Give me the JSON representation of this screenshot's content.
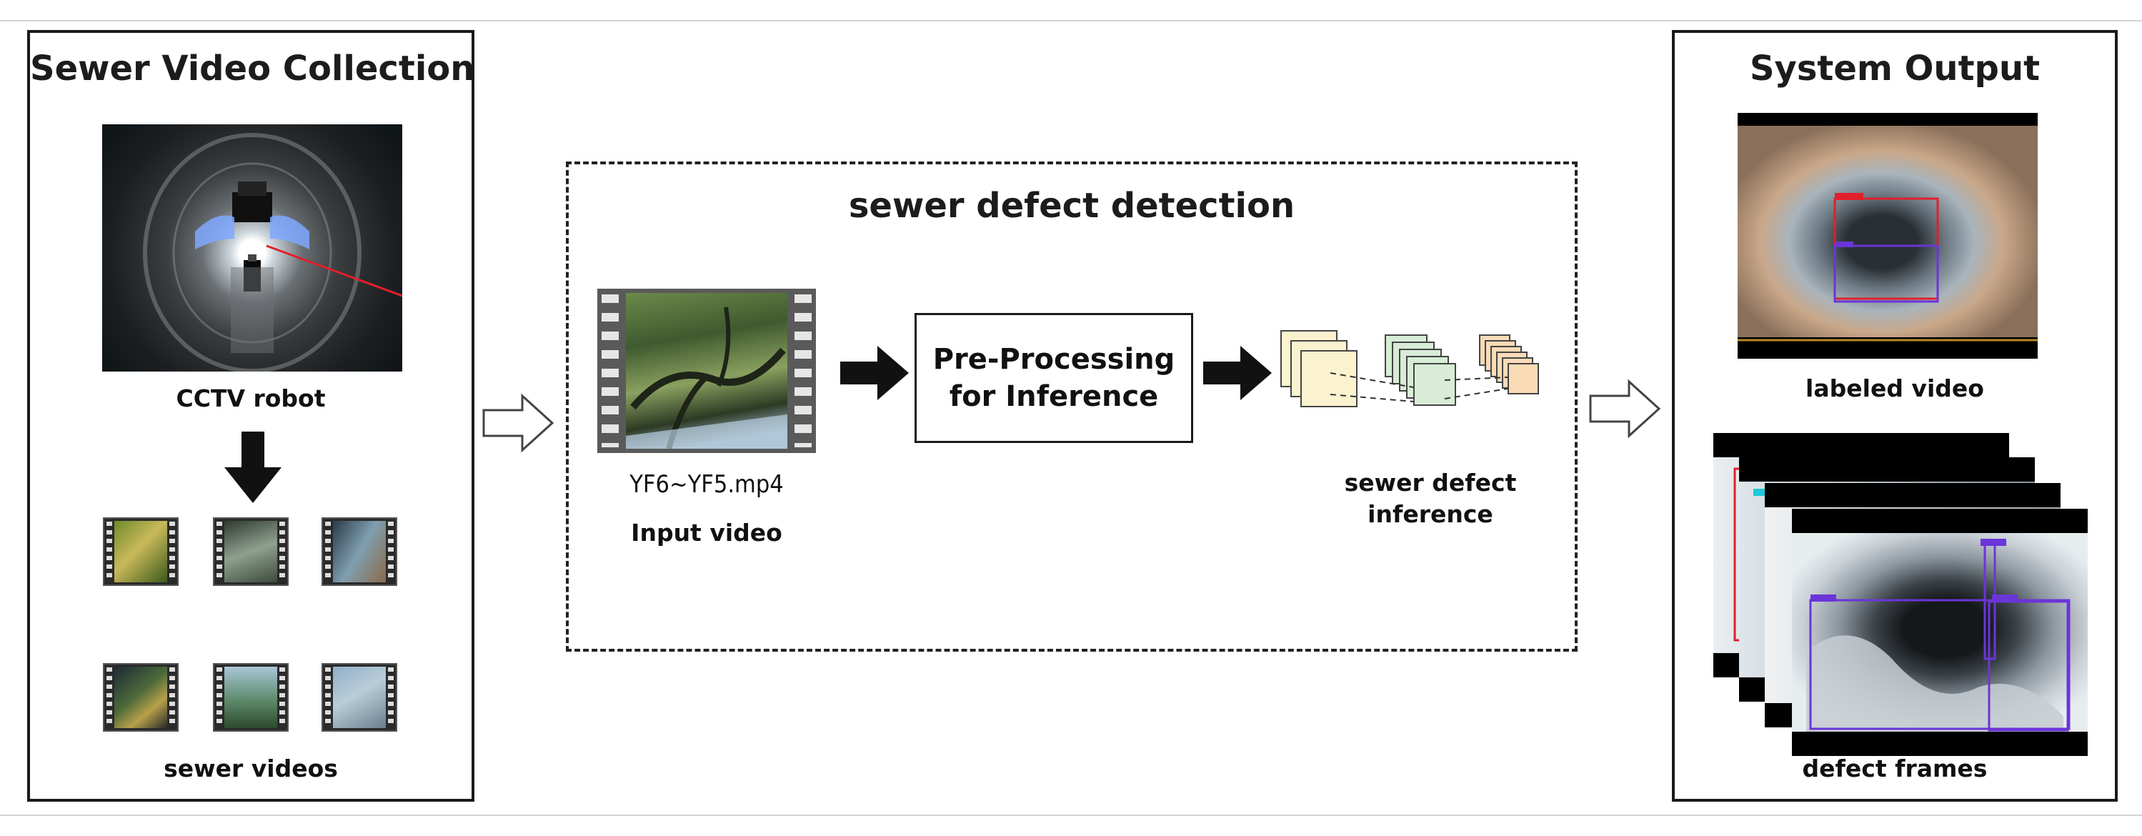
{
  "left_panel": {
    "title": "Sewer Video Collection",
    "robot_caption": "CCTV robot",
    "videos_caption": "sewer videos"
  },
  "middle_panel": {
    "title": "sewer defect detection",
    "video_filename": "YF6~YF5.mp4",
    "input_caption": "Input video",
    "preprocess_label": "Pre-Processing for Inference",
    "inference_caption": "sewer defect inference"
  },
  "right_panel": {
    "title": "System Output",
    "labeled_caption": "labeled video",
    "frames_caption": "defect frames"
  },
  "colors": {
    "border": "#1a1a1a",
    "box_yellow": "#fbf3cf",
    "box_green": "#d8ecd6",
    "box_orange": "#f9dbb6",
    "detection_red": "#e0202a",
    "detection_purple": "#6b35d8"
  }
}
